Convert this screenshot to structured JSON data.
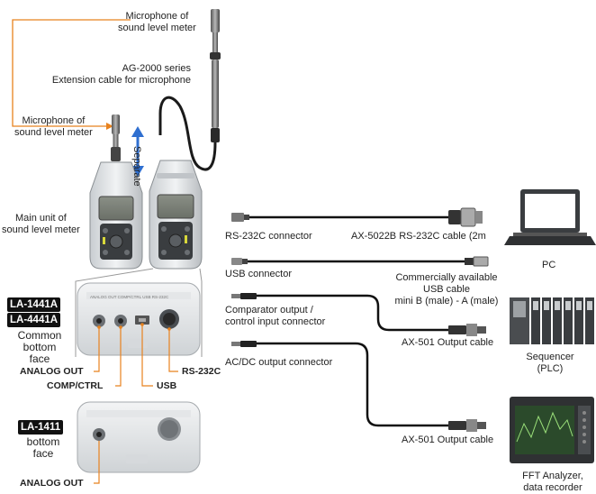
{
  "labels": {
    "mic_top": [
      "Microphone of",
      "sound level meter"
    ],
    "extension_cable": [
      "AG-2000 series",
      "Extension cable for microphone"
    ],
    "mic_left": [
      "Microphone of",
      "sound level meter"
    ],
    "separate": "Separate",
    "main_unit": [
      "Main unit of",
      "sound level meter"
    ],
    "rs232c_connector": "RS-232C connector",
    "rs232c_cable": "AX-5022B RS-232C cable (2m",
    "usb_connector": "USB connector",
    "usb_cable": [
      "Commercially available",
      "USB cable",
      "mini B (male) - A (male)"
    ],
    "comparator": [
      "Comparator output /",
      "control input connector"
    ],
    "output_cable_1": "AX-501 Output cable",
    "acdc": "AC/DC output connector",
    "output_cable_2": "AX-501 Output cable",
    "pc": "PC",
    "sequencer": [
      "Sequencer",
      "(PLC)"
    ],
    "fft": [
      "FFT Analyzer,",
      "data recorder"
    ]
  },
  "common_face": {
    "badges": [
      "LA-1441A",
      "LA-4441A"
    ],
    "caption": [
      "Common",
      "bottom",
      "face"
    ],
    "port_labels": [
      "ANALOG OUT",
      "COMP/CTRL",
      "USB",
      "RS-232C"
    ]
  },
  "la1411_face": {
    "badge": "LA-1411",
    "caption": [
      "bottom",
      "face"
    ],
    "port_label": "ANALOG OUT"
  },
  "colors": {
    "callout": "#e8821e",
    "arrow": "#2f6fd0",
    "cable": "#111111",
    "device_body": "#e6e8ea",
    "device_dark": "#3a3d40"
  }
}
